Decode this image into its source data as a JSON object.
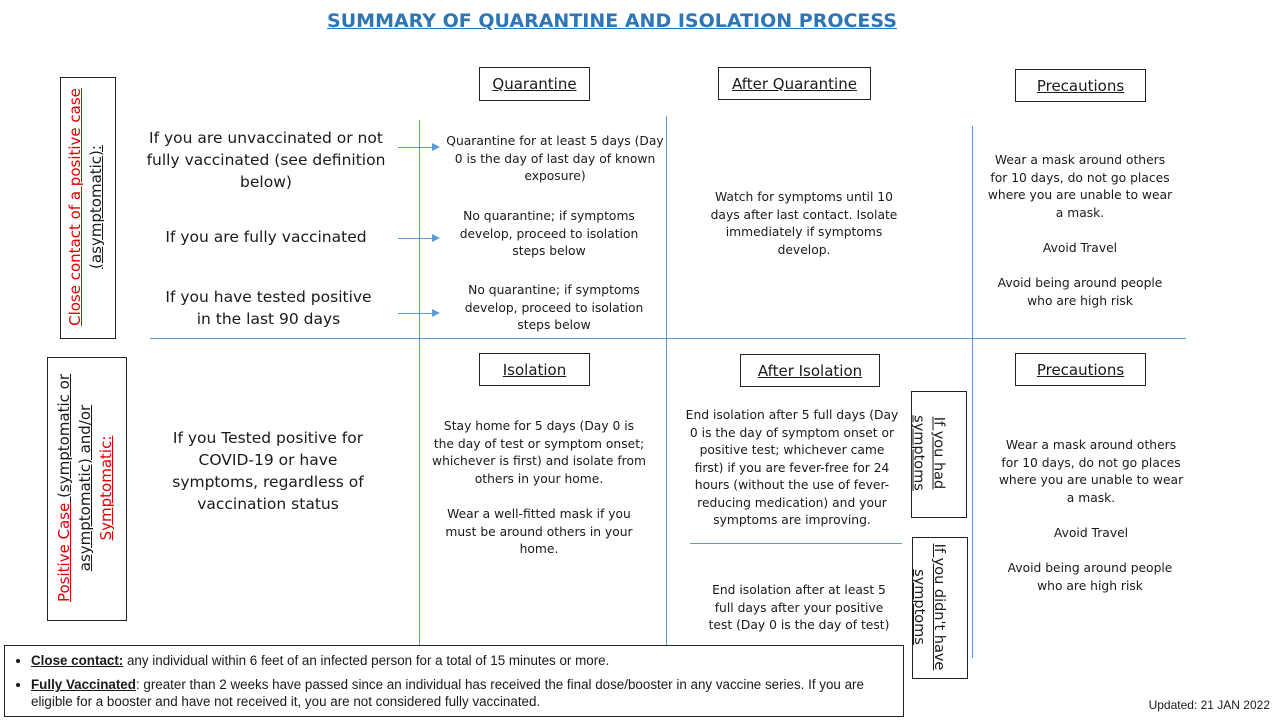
{
  "title": "SUMMARY OF QUARANTINE AND ISOLATION PROCESS",
  "colors": {
    "title": "#2e75b6",
    "lines": "#5b9bd5",
    "highlight": "#e00000"
  },
  "close_contact": {
    "side_red": "Close contact of a positive case",
    "side_black": "(asymptomatic):",
    "headers": {
      "quarantine": "Quarantine",
      "after": "After Quarantine",
      "precautions": "Precautions"
    },
    "rows": [
      {
        "condition": "If you are unvaccinated or not fully vaccinated (see definition below)",
        "quarantine": "Quarantine for at least 5 days (Day 0 is the day of last day of known exposure)"
      },
      {
        "condition": "If you are fully vaccinated",
        "quarantine": "No quarantine; if symptoms develop, proceed to isolation steps below"
      },
      {
        "condition": "If you have tested positive in the last 90 days",
        "quarantine": "No quarantine; if symptoms develop, proceed to isolation steps below"
      }
    ],
    "after": "Watch for symptoms until 10 days after last contact. Isolate immediately if symptoms develop.",
    "precautions": {
      "mask": "Wear a mask around others for 10 days, do not go places where you are unable to wear a mask.",
      "travel": "Avoid Travel",
      "people": "Avoid being around people who are high risk"
    }
  },
  "positive_case": {
    "side_red": "Positive Case",
    "side_line1_rest": " (symptomatic or",
    "side_line2": "asymptomatic) and/or",
    "side_line3": "Symptomatic:",
    "headers": {
      "isolation": "Isolation",
      "after": "After Isolation",
      "precautions": "Precautions"
    },
    "condition": "If you Tested positive for COVID-19 or have symptoms, regardless of vaccination status",
    "isolation_stay": "Stay home for 5 days (Day 0 is the day of test or symptom onset; whichever is first) and isolate from others in your home.",
    "isolation_mask": "Wear a well-fitted mask if you must be around others in your home.",
    "after_symptoms": "End isolation after 5 full days (Day 0 is the day of symptom onset or positive test; whichever came first) if you are fever-free for 24 hours (without the use of fever-reducing medication) and your symptoms are improving.",
    "after_no_symptoms": "End isolation after at least 5 full days after your positive test (Day 0 is the day of test)",
    "label_symptoms": "If you had symptoms",
    "label_no_symptoms": "If you didn't have symptoms",
    "precautions": {
      "mask": "Wear a mask around others for 10 days, do not go places where you are unable to wear a mask.",
      "travel": "Avoid Travel",
      "people": "Avoid being around people who are high risk"
    }
  },
  "definitions": [
    {
      "term": "Close contact:",
      "text": " any individual within 6 feet of an infected person for a total of 15 minutes or more."
    },
    {
      "term": "Fully Vaccinated",
      "text": ": greater than 2 weeks have passed since an individual has received the final dose/booster in any vaccine series. If you are eligible for a booster and have not received it, you are not considered fully vaccinated."
    }
  ],
  "updated": "Updated: 21 JAN 2022"
}
